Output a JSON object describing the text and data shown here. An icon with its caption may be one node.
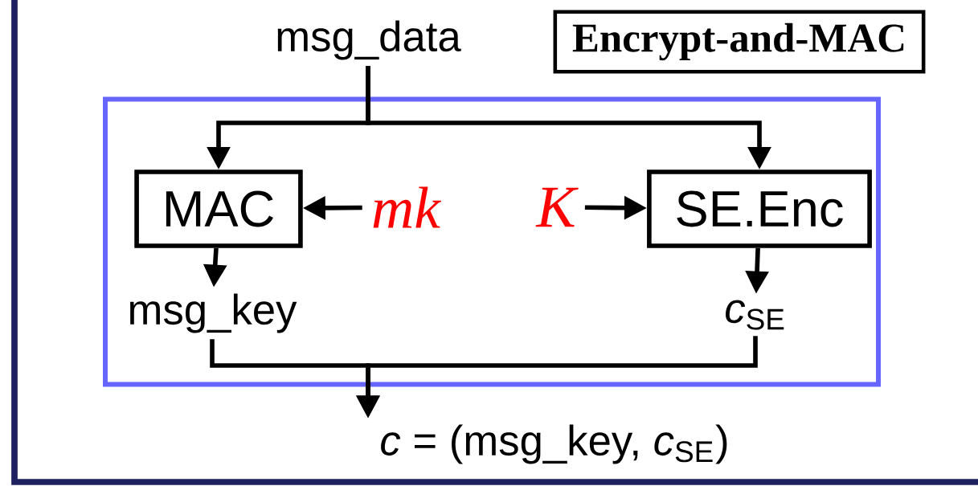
{
  "diagram": {
    "nodes": [
      {
        "text": [
          "msg_data"
        ]
      },
      {
        "text": [
          "Encrypt-and-MAC"
        ]
      },
      {
        "text": [],
        "shape": "box"
      },
      {
        "text": [
          "MAC"
        ],
        "in": 2
      },
      {
        "text": [
          "mk"
        ],
        "in": 2
      },
      {
        "text": [
          "K"
        ],
        "in": 2
      },
      {
        "text": [
          "SE.Enc"
        ],
        "in": 2
      },
      {
        "text": [
          "msg_key"
        ],
        "in": 2
      },
      {
        "text": [
          "*c*$_{SE}$"
        ],
        "in": 2
      },
      {
        "text": [
          "*c* = (msg_key, *c*$_{SE}$)"
        ]
      }
    ],
    "edges": [
      {
        "from": 0,
        "to": 3,
        "arrow": "to"
      },
      {
        "from": 0,
        "to": 6,
        "arrow": "to"
      },
      {
        "from": 4,
        "to": 3,
        "arrow": "to"
      },
      {
        "from": 5,
        "to": 6,
        "arrow": "to"
      },
      {
        "from": 3,
        "to": 7,
        "arrow": "to"
      },
      {
        "from": 6,
        "to": 8,
        "arrow": "to"
      },
      {
        "from": 7,
        "to": 9,
        "arrow": "to"
      },
      {
        "from": 8,
        "to": 9,
        "arrow": "to"
      }
    ]
  }
}
